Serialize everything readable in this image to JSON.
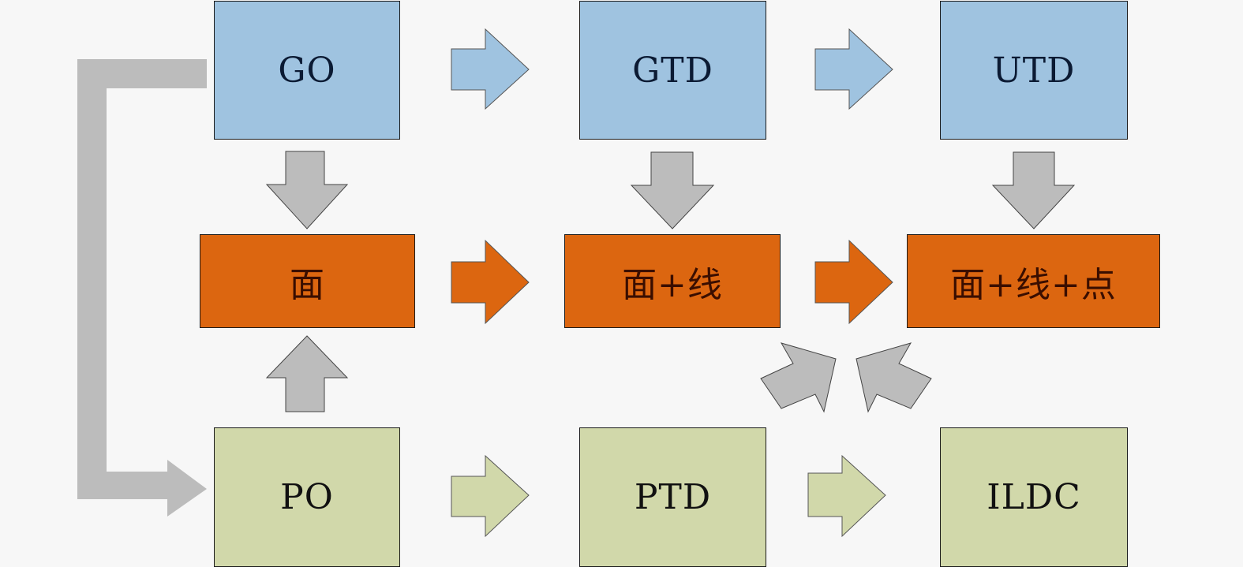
{
  "diagram": {
    "rows": {
      "top": [
        {
          "id": "go",
          "label": "GO"
        },
        {
          "id": "gtd",
          "label": "GTD"
        },
        {
          "id": "utd",
          "label": "UTD"
        }
      ],
      "middle": [
        {
          "id": "face",
          "label": "面"
        },
        {
          "id": "face-line",
          "label": "面+线"
        },
        {
          "id": "face-line-point",
          "label": "面+线+点"
        }
      ],
      "bottom": [
        {
          "id": "po",
          "label": "PO"
        },
        {
          "id": "ptd",
          "label": "PTD"
        },
        {
          "id": "ildc",
          "label": "ILDC"
        }
      ]
    },
    "connections": [
      {
        "from": "GO",
        "to": "GTD"
      },
      {
        "from": "GTD",
        "to": "UTD"
      },
      {
        "from": "GO",
        "to": "面"
      },
      {
        "from": "GTD",
        "to": "面+线"
      },
      {
        "from": "UTD",
        "to": "面+线+点"
      },
      {
        "from": "面",
        "to": "面+线"
      },
      {
        "from": "面+线",
        "to": "面+线+点"
      },
      {
        "from": "PO",
        "to": "面"
      },
      {
        "from": "PO",
        "to": "PTD"
      },
      {
        "from": "PTD",
        "to": "ILDC"
      },
      {
        "from": "GO",
        "to": "PO"
      },
      {
        "from": "PTD",
        "to": "面+线+点"
      },
      {
        "from": "ILDC",
        "to": "面+线+点"
      }
    ],
    "colors": {
      "top_row": "#9fc3e0",
      "middle_row": "#dc6610",
      "bottom_row": "#d1d8aa",
      "connector": "#bcbcbc",
      "background": "#f7f7f7"
    }
  }
}
